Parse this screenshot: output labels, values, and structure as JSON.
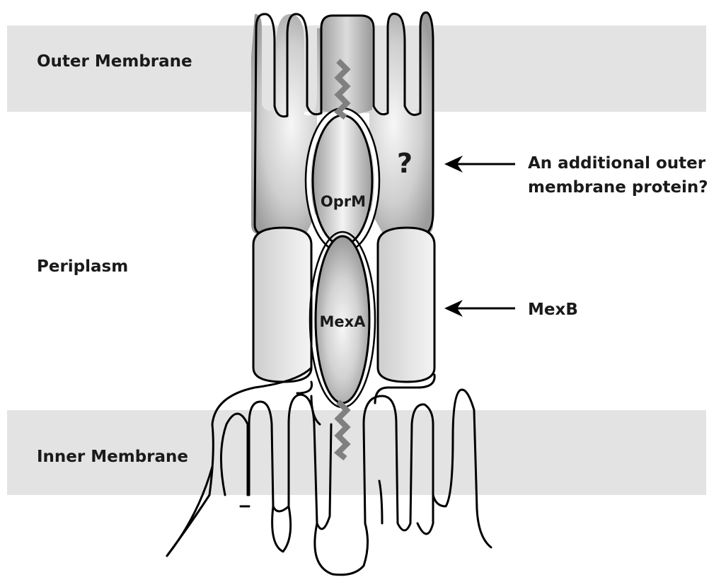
{
  "labels": {
    "outer_membrane": "Outer Membrane",
    "periplasm": "Periplasm",
    "inner_membrane": "Inner Membrane",
    "oprm": "OprM",
    "mexa": "MexA",
    "question": "?",
    "annotation_line1": "An additional outer",
    "annotation_line2": "membrane protein?",
    "mexb": "MexB"
  },
  "colors": {
    "membrane_band": "#e3e3e3",
    "protein_fill": "#a9a9a9",
    "zigzag": "#808080",
    "outline": "#000000"
  }
}
